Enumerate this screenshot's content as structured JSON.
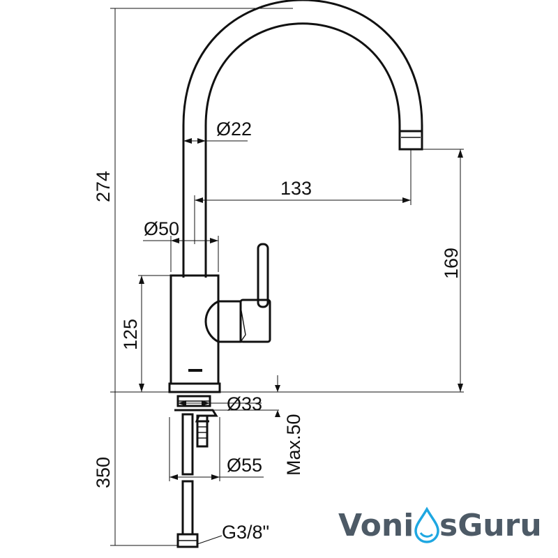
{
  "dimensions": {
    "total_height": "274",
    "pipe_diameter": "Ø22",
    "spout_reach": "133",
    "spout_height": "169",
    "body_diameter": "Ø50",
    "body_height": "125",
    "mount_diameter": "Ø33",
    "max_thickness": "Max.50",
    "base_diameter": "Ø55",
    "below_height": "350",
    "thread": "G3/8\""
  },
  "logo": {
    "part1": "Voni",
    "part2": "sGuru",
    "accent_color": "#1ea7e1",
    "text_color": "#4d5a66"
  }
}
